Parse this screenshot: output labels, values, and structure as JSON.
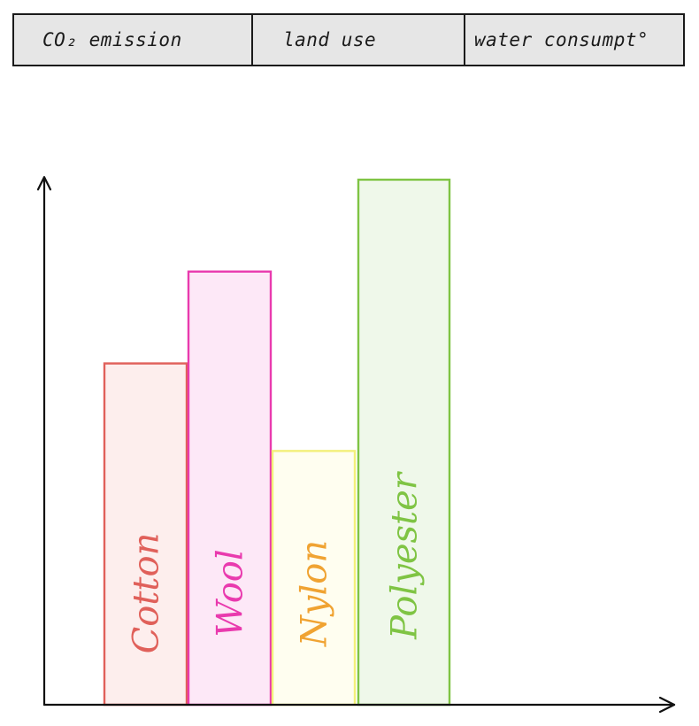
{
  "tabs": [
    {
      "label": "CO₂ emission"
    },
    {
      "label": "land use"
    },
    {
      "label": "water consumpt°"
    }
  ],
  "chart_data": {
    "type": "bar",
    "categories": [
      "Cotton",
      "Wool",
      "Nylon",
      "Polyester"
    ],
    "values": [
      3.9,
      4.95,
      2.9,
      6.0
    ],
    "ylim": [
      0,
      6.05
    ],
    "title": "",
    "xlabel": "",
    "ylabel": "",
    "grid": false,
    "colors": {
      "Cotton": {
        "stroke": "#e0605a",
        "fill": "#fdeeed",
        "label": "#e0605a"
      },
      "Wool": {
        "stroke": "#e93aae",
        "fill": "#fde8f7",
        "label": "#e93aae"
      },
      "Nylon": {
        "stroke": "#f3f07a",
        "fill": "#fffef0",
        "label": "#f0a332"
      },
      "Polyester": {
        "stroke": "#7fc444",
        "fill": "#eff8ea",
        "label": "#7fc444"
      }
    }
  }
}
